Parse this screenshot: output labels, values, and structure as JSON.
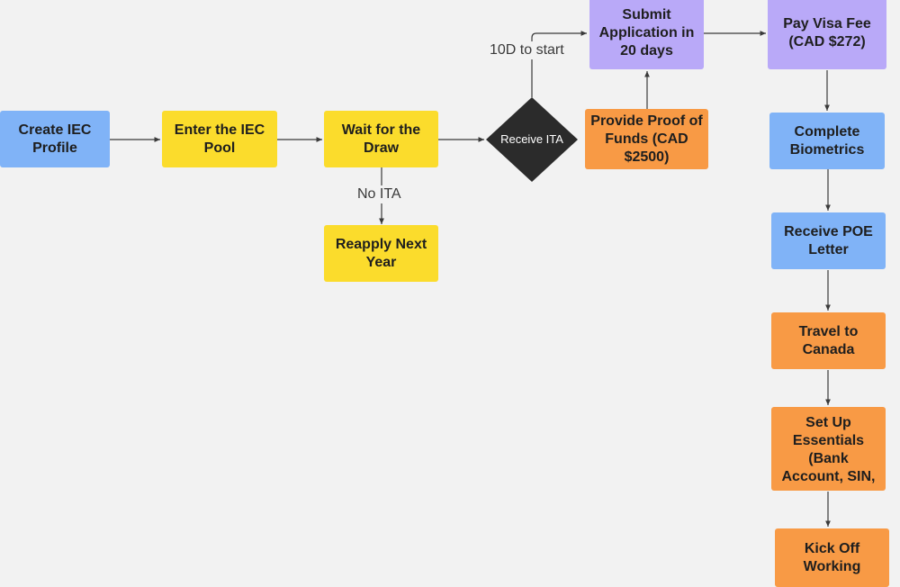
{
  "flowchart": {
    "nodes": {
      "create_profile": "Create IEC Profile",
      "enter_pool": "Enter the IEC Pool",
      "wait_draw": "Wait for the Draw",
      "reapply": "Reapply Next Year",
      "receive_ita": "Receive ITA",
      "proof_funds": "Provide Proof of Funds (CAD $2500)",
      "submit_app": "Submit Application in  20 days",
      "pay_fee": "Pay Visa Fee (CAD $272)",
      "biometrics": "Complete Biometrics",
      "poe_letter": "Receive POE Letter",
      "travel": "Travel to Canada",
      "essentials": "Set Up Essentials (Bank Account, SIN,",
      "kickoff": "Kick Off Working"
    },
    "edge_labels": {
      "no_ita": "No ITA",
      "ten_days": "10D to start"
    }
  },
  "colors": {
    "background": "#f2f2f2",
    "blue": "#80b3f7",
    "yellow": "#fbdc2c",
    "purple": "#b9a9f8",
    "orange": "#f89a45",
    "diamond": "#2b2b2b",
    "connector": "#3a3a3a"
  }
}
